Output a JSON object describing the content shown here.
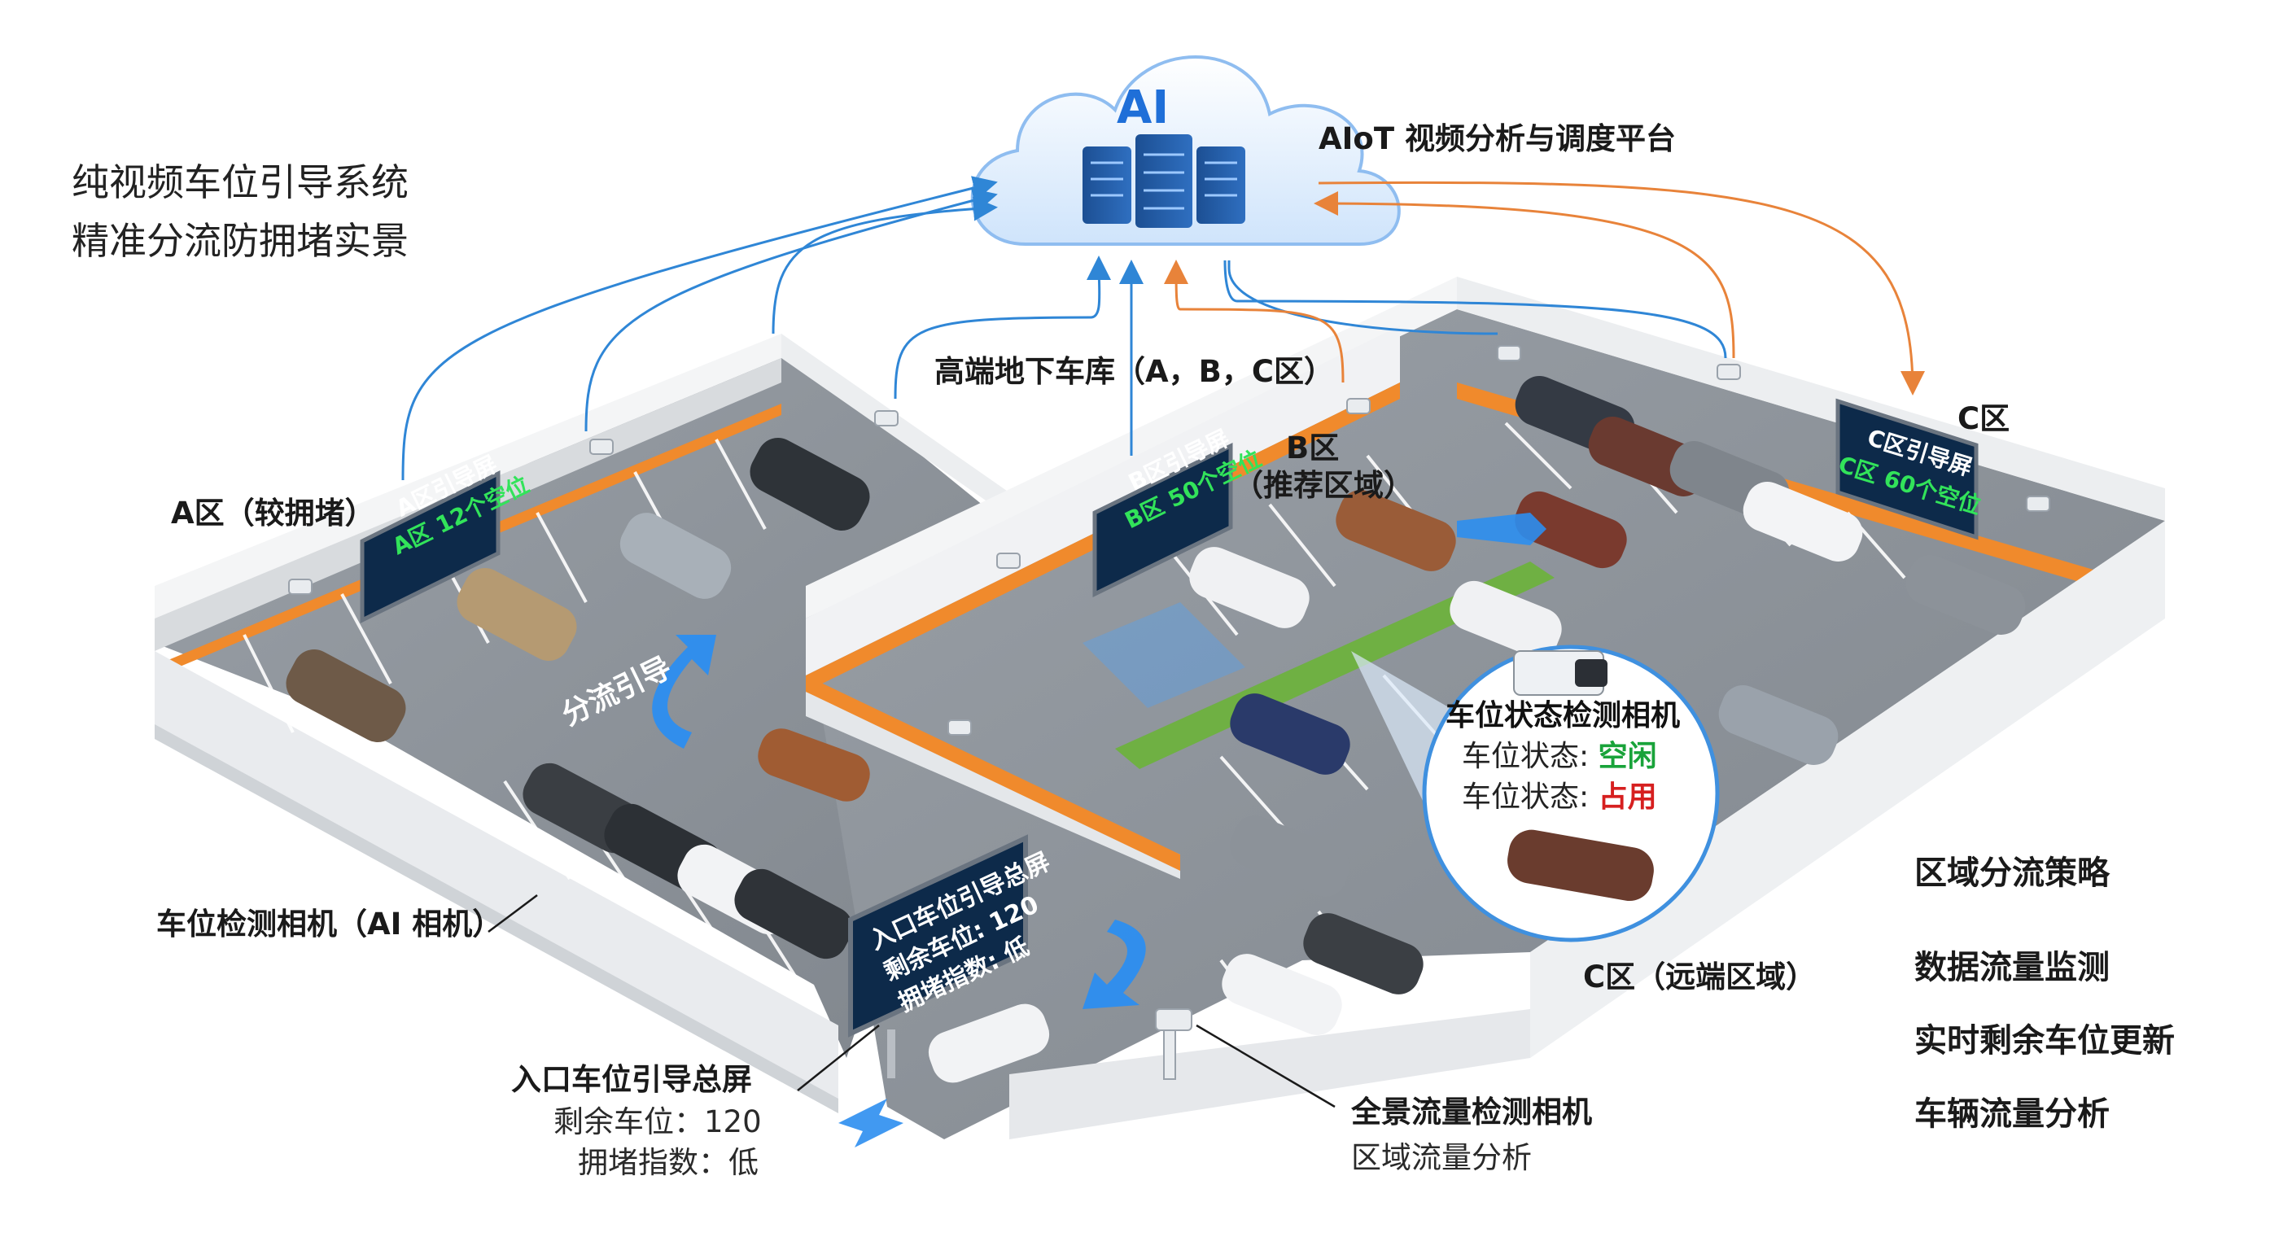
{
  "title": {
    "line1": "纯视频车位引导系统",
    "line2": "精准分流防拥堵实景"
  },
  "platform": {
    "ai_badge": "AI",
    "label": "AIoT 视频分析与调度平台"
  },
  "zones": {
    "garage_label": "高端地下车库（A，B，C区）",
    "a_label": "A区（较拥堵）",
    "b_label": "B区",
    "b_sub": "（推荐区域）",
    "c_label": "C区",
    "c_far_label": "C区（远端区域）"
  },
  "boards": {
    "a": {
      "title": "A区引导屏",
      "info": "A区 12个空位"
    },
    "b": {
      "title": "B区引导屏",
      "info": "B区 50个空位"
    },
    "c": {
      "title": "C区引导屏",
      "info": "C区 60个空位"
    },
    "entrance": {
      "title": "入口车位引导总屏",
      "remain": "剩余车位: 120",
      "congestion": "拥堵指数: 低"
    }
  },
  "floor": {
    "flow_label": "分流引导"
  },
  "callouts": {
    "spot_camera": {
      "title": "车位状态检测相机",
      "state_prefix": "车位状态:",
      "state_free": "空闲",
      "state_busy": "占用"
    },
    "ai_camera": "车位检测相机（AI 相机）",
    "entrance_screen": {
      "title": "入口车位引导总屏",
      "remain": "剩余车位：120",
      "congestion": "拥堵指数：低"
    },
    "pano_camera": {
      "title": "全景流量检测相机",
      "sub": "区域流量分析"
    }
  },
  "features": [
    "区域分流策略",
    "数据流量监测",
    "实时剩余车位更新",
    "车辆流量分析"
  ],
  "colors": {
    "link_blue": "#2f86d6",
    "link_orange": "#e8833a",
    "board_bg": "#0d2a4a",
    "board_green": "#32e35a",
    "stripe_orange": "#f08a2c",
    "floor": "#8f949b",
    "wall": "#eef0f2",
    "state_free": "#19a33a",
    "state_busy": "#d61f1f"
  }
}
